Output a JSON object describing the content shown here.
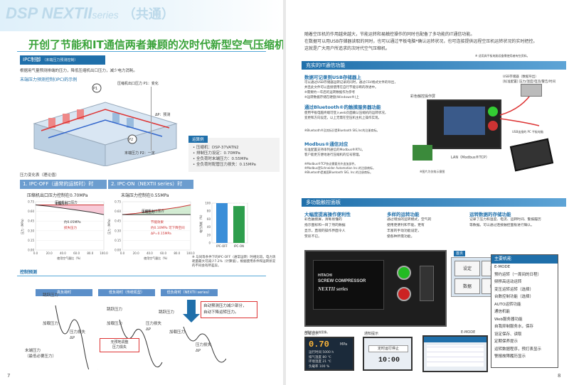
{
  "left": {
    "banner_logo": "DSP NEXTII",
    "banner_logo_small": "series",
    "banner_title": "（共通）",
    "headline": "开创了节能和IT通信两者兼顾的次时代新型空气压缩机",
    "ipc_title": "IPC制御",
    "ipc_title_sub": "（末端压力预测控制）",
    "ipc_intro": "根据用气量预测排端的压力，降低压缩机出口压力，减少电力消耗。",
    "ipc_diagram_title": "末端压力预测控制(IPC)的示例",
    "p1_label": "压缩机出口压力 P1：变化",
    "delta_label": "ΔP：预测",
    "p2_label": "末端压力 P2：一定",
    "p1_marker": "P1",
    "p2_marker": "P2",
    "info_label": "运算例",
    "info_lines": [
      "• 压缩机：DSP-37VATN2",
      "• 排制压力设定：0.70MPa",
      "• 全负荷时末端压力：0.55MPa",
      "• 全负荷时配管压力损失：0.15MPa"
    ],
    "pressure_change_title": "压力变化表（理论值）",
    "case1_header": "1. IPC-OFF（通常的运转时）时",
    "case1_sub": "压缩机出口压力控制在0.70MPa",
    "case2_header": "2. IPC-ON（NEXTII series）时",
    "case2_sub": "末端压力控制在0.55MPa",
    "chart_note": "※ 与同等条件下的IPC-OFF（通常运转）时相比较。电力消耗量最大可减少7.2%（计算值），根据使用条件和运转状况的不同会有所差异。",
    "control_title": "控制预测",
    "ctl_headers": [
      "高负荷时",
      "低负荷时（传统机型）",
      "低负荷时（NEXTII series）"
    ],
    "ctl_labels": {
      "jump": "跳跃压力",
      "rise": "加载压力",
      "loss": "压力损失\nΔP",
      "end": "末端压力\n（最低必要压力）",
      "nocomp": "无预地调整\n压力损失",
      "callout": "自动预测压力减少部分，\n自动下降运转压力。"
    },
    "page_number": "7"
  },
  "chart_data": [
    {
      "type": "area",
      "title": "IPC-OFF",
      "xlabel": "使用空气量比（%）",
      "ylabel": "压力（MPa）",
      "x": [
        0,
        20,
        40,
        60,
        80,
        100
      ],
      "ylim": [
        0,
        0.75
      ],
      "series": [
        {
          "name": "压缩机出口压力",
          "values": [
            0.7,
            0.7,
            0.7,
            0.7,
            0.7,
            0.7
          ]
        },
        {
          "name": "末端压力",
          "values": [
            0.7,
            0.68,
            0.65,
            0.62,
            0.59,
            0.55
          ]
        }
      ],
      "annotations": [
        "约0.05MPa",
        "损失压力"
      ]
    },
    {
      "type": "area",
      "title": "IPC-ON",
      "xlabel": "使用空气量比（%）",
      "ylabel": "压力（MPa）",
      "x": [
        0,
        20,
        40,
        60,
        80,
        100
      ],
      "ylim": [
        0,
        0.75
      ],
      "series": [
        {
          "name": "压缩机出口压力",
          "values": [
            0.55,
            0.57,
            0.6,
            0.63,
            0.66,
            0.7
          ]
        },
        {
          "name": "末端压力",
          "values": [
            0.55,
            0.55,
            0.55,
            0.55,
            0.55,
            0.55
          ]
        }
      ],
      "annotations": [
        "节能效果",
        "约0.10MPa 可下降空间",
        "ΔP=0.15MPa"
      ]
    },
    {
      "type": "bar",
      "categories": [
        "IPC-OFF",
        "IPC-ON"
      ],
      "values": [
        100,
        92.8
      ],
      "ylim": [
        0,
        100
      ],
      "ylabel": "电力消耗（%）",
      "annotations": [
        "7.2%削减"
      ]
    }
  ],
  "right": {
    "intro": "随着空压机的作用越来越大，节能运转和易触控操作的同时也配备了多功能的IT通信功能。\n在数据可以用USB存储器读取的同时，也可以通过平板电脑*确认运转状况，也可连接提供远程空压机运转状况的实时把控。\n这就是广大用户所追求的次时代空气压缩机。",
    "intro_note": "※ 适用具平板电脑设备需使用者有些资料。",
    "it_section": "充实的IT通信功能",
    "usb_title": "数据可记录到USB存储器上",
    "usb_text": "可以通过USB存储器运转记录的同时，通过CSV格式文件的导出，\n并且此文件可以直接使用在自行节能诊断的改进中。\n※需要约一年后的运转数据作为参考\n※运转数据存储在硬盘(Windows®)上",
    "bt_title": "通过Bluetooth®的触摸服务器功能",
    "bt_text": "使用平板电脑终端可登入web页面确认压缩机的运转状况，\n变更和方向设定。以上无需在空压机主机上操作实现。",
    "bt_note": "※Bluetooth®及其标识是Bluetooth SIG,Inc的注册商标。",
    "modbus_title": "Modbus®通信对应",
    "modbus_text": "标准配置支持串列通信的Modbus®RTU。\n客户能更方便地进行压缩机的信号管理。",
    "modbus_note": "※Modbus®TCP协议需要另外追加部件。\n※Modbus是Schneider Automation Inc.的注册商标。\n※Bluetooth是美国Bluetooth SIG, Inc.的注册商标。",
    "usb_label": "USB存储器（数据导出）\n[标准配置] 压力/温度/电流/警告/时间",
    "panel_label": "彩色触控操作屏",
    "tablet_label": "USB连接的 PC 平板电脑",
    "lan_label": "LAN（Modbus®TCP）",
    "tablet_note": "※图片为仿效示意图",
    "touch_section": "多功能触控面板",
    "col1_title": "大幅度提高操作便利性",
    "col1_text": "彩色触摸屏，清晰易懂的\n指示图标和一目了然的数据\n显示。直观的操作界面令人\n赞叹不已。",
    "col2_title": "多样的运转功能",
    "col2_text": "通过增加的运转模式，空气的\n使用更便利和节能，更有\n丰富的手动功能设定，\n使各种所需功能。",
    "col3_title": "运转数据的存储功能",
    "col3_text": "记录了压力和温度、电流、运转时间、警报履历\n等数据。可以通过连接触控面板进行确认。",
    "controller_brand": "HITACHI",
    "controller_model": "SCREW COMPRESSOR",
    "controller_series": "NEXTII series",
    "home_label": "首页",
    "button_labels": [
      "设定",
      "运转",
      "数据",
      "维护"
    ],
    "menu_title": "主要机能",
    "menu_items": [
      "E-MODE",
      "预约运转（一周间的日程）",
      "频移高运动运转",
      "变压运转运转（选择）",
      "台数控制功能（选择）",
      "AUTO运转功能",
      "通信机能",
      "Web服务器功能",
      "自我抑制服务水，保存",
      "设定保存、读取",
      "定期保养提示",
      "运转数据程序，预打表显示",
      "警报故障履历显示"
    ],
    "screen1_label": "屏幕显示",
    "screen2_label": "通知提示",
    "screen3_label": "E-MODE",
    "screen1_value": "0.70",
    "screen1_unit": "MPa",
    "screen1_rows": [
      "运行时间 5000 h",
      "排气温度 80 ℃",
      "环境温度 21 ℃",
      "负载率 100 %"
    ],
    "screen2_text": "定时运行停止",
    "screen2_value": "10:00",
    "controller_note": "※图片为仿效图像。",
    "page_number": "8"
  }
}
